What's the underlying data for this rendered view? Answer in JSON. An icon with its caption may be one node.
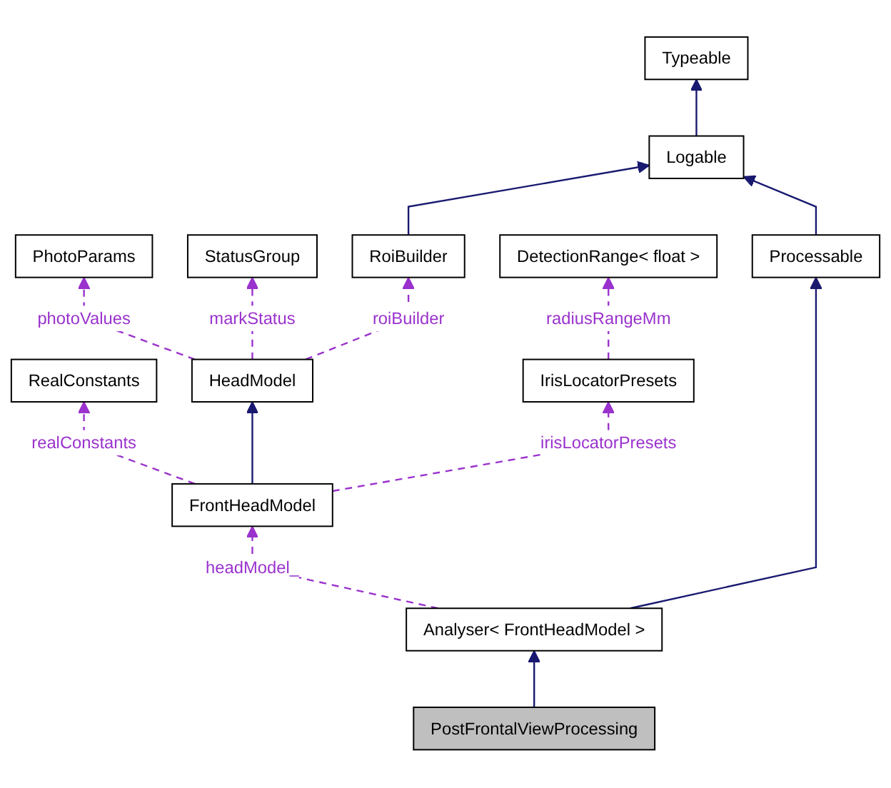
{
  "diagram": {
    "nodes": [
      {
        "text": [
          "Typeable"
        ]
      },
      {
        "text": [
          "Logable"
        ]
      },
      {
        "text": [
          "PhotoParams"
        ]
      },
      {
        "text": [
          "StatusGroup"
        ]
      },
      {
        "text": [
          "RoiBuilder"
        ]
      },
      {
        "text": [
          "DetectionRange< float >"
        ]
      },
      {
        "text": [
          "Processable"
        ]
      },
      {
        "text": [
          "RealConstants"
        ]
      },
      {
        "text": [
          "HeadModel"
        ]
      },
      {
        "text": [
          "IrisLocatorPresets"
        ]
      },
      {
        "text": [
          "FrontHeadModel"
        ]
      },
      {
        "text": [
          "Analyser< FrontHeadModel >"
        ]
      },
      {
        "text": [
          "PostFrontalViewProcessing"
        ]
      }
    ],
    "edges": [
      {
        "from": 1,
        "to": 0,
        "arrow": "to",
        "color": "#191970"
      },
      {
        "from": 4,
        "to": 1,
        "arrow": "to",
        "color": "#191970"
      },
      {
        "from": 6,
        "to": 1,
        "arrow": "to",
        "color": "#191970"
      },
      {
        "from": 8,
        "to": 2,
        "arrow": "to",
        "style": "dashed",
        "label": "photoValues"
      },
      {
        "from": 8,
        "to": 3,
        "arrow": "to",
        "style": "dashed",
        "label": "markStatus"
      },
      {
        "from": 8,
        "to": 4,
        "arrow": "to",
        "style": "dashed",
        "label": "roiBuilder"
      },
      {
        "from": 9,
        "to": 5,
        "arrow": "to",
        "style": "dashed",
        "label": "radiusRangeMm"
      },
      {
        "from": 10,
        "to": 7,
        "arrow": "to",
        "style": "dashed",
        "label": "realConstants"
      },
      {
        "from": 10,
        "to": 8,
        "arrow": "to",
        "color": "#191970"
      },
      {
        "from": 10,
        "to": 9,
        "arrow": "to",
        "style": "dashed",
        "label": "irisLocatorPresets"
      },
      {
        "from": 11,
        "to": 10,
        "arrow": "to",
        "style": "dashed",
        "label": "headModel_"
      },
      {
        "from": 11,
        "to": 6,
        "arrow": "to",
        "color": "#191970"
      },
      {
        "from": 12,
        "to": 11,
        "arrow": "to",
        "color": "#191970"
      }
    ]
  }
}
